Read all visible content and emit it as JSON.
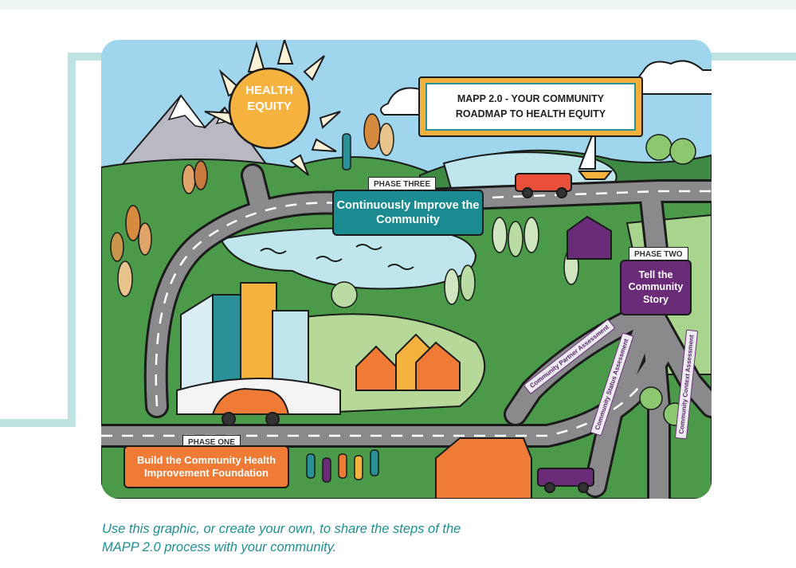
{
  "title": "MAPP 2.0 - YOUR COMMUNITY ROADMAP TO HEALTH EQUITY",
  "sun_label": "HEALTH EQUITY",
  "phases": {
    "one": {
      "tag": "PHASE ONE",
      "label": "Build the Community Health Improvement Foundation"
    },
    "two": {
      "tag": "PHASE TWO",
      "label": "Tell the Community Story"
    },
    "three": {
      "tag": "PHASE THREE",
      "label": "Continuously Improve the Community"
    }
  },
  "assessments": {
    "partner": "Community Partner Assessment",
    "status": "Community Status Assessment",
    "context": "Community Context Assessment"
  },
  "caption": "Use this graphic, or create your own, to share the steps of the MAPP 2.0 process with your community.",
  "colors": {
    "teal": "#1b8b92",
    "purple": "#6a2b78",
    "orange": "#f07b36",
    "sun": "#f5b23f",
    "sky": "#9fd6ee",
    "grass": "#4a9a4a",
    "road": "#8a8a8d"
  }
}
